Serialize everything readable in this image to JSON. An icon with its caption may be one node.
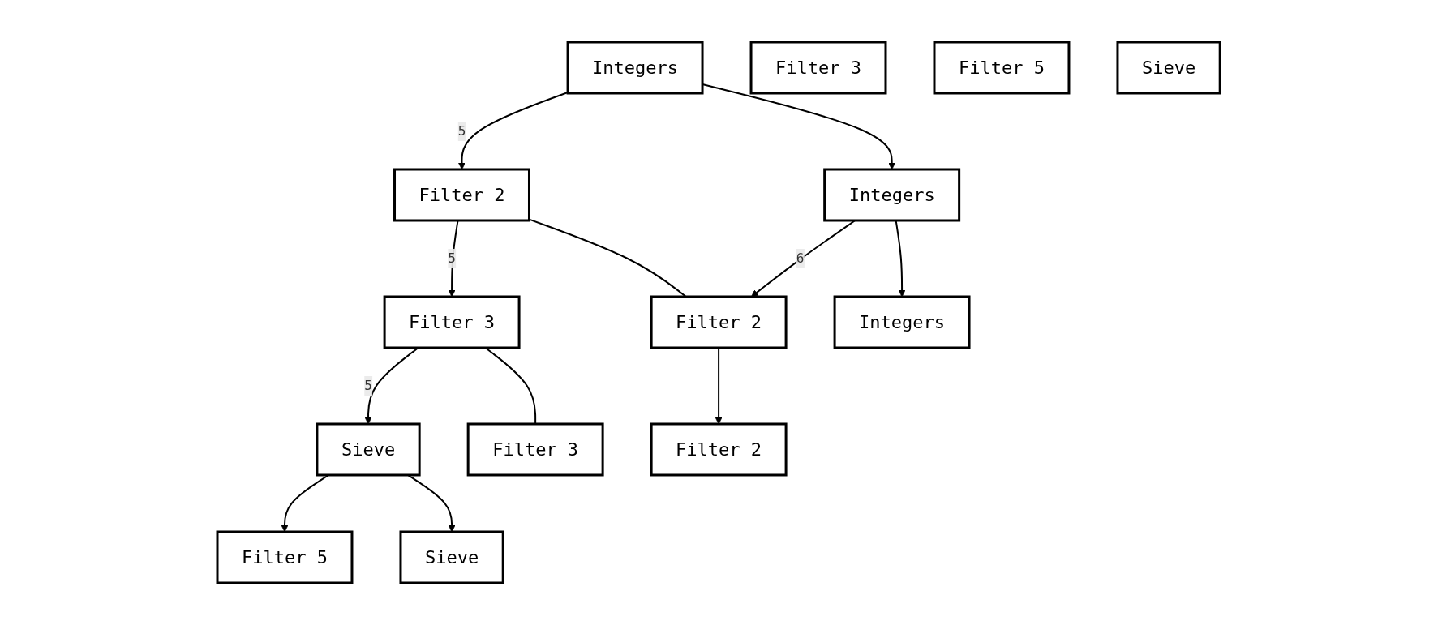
{
  "diagram": {
    "nodes": [
      {
        "text": [
          "Integers"
        ]
      },
      {
        "text": [
          "Filter 2"
        ]
      },
      {
        "text": [
          "Filter 3"
        ]
      },
      {
        "text": [
          "Sieve"
        ]
      },
      {
        "text": [
          "Integers"
        ]
      },
      {
        "text": [
          "Filter 2"
        ]
      },
      {
        "text": [
          "Filter 3"
        ]
      },
      {
        "text": [
          "Filter 5"
        ]
      },
      {
        "text": [
          "Sieve"
        ]
      },
      {
        "text": [
          "Integers"
        ]
      },
      {
        "text": [
          "Filter 2"
        ]
      },
      {
        "text": [
          "Filter 3"
        ]
      },
      {
        "text": [
          "Filter 5"
        ]
      },
      {
        "text": [
          "Sieve"
        ]
      }
    ],
    "edges": [
      {
        "from": 0,
        "to": 4,
        "arrow": "to"
      },
      {
        "from": 0,
        "to": 1,
        "label": "5",
        "arrow": "to"
      },
      {
        "from": 1,
        "to": 5,
        "arrow": "none"
      },
      {
        "from": 1,
        "to": 2,
        "label": "5",
        "arrow": "to"
      },
      {
        "from": 2,
        "to": 6,
        "arrow": "none"
      },
      {
        "from": 2,
        "to": 3,
        "label": "5",
        "arrow": "to"
      },
      {
        "from": 3,
        "to": 7,
        "arrow": "to"
      },
      {
        "from": 3,
        "to": 8,
        "arrow": "to"
      },
      {
        "from": 4,
        "to": 9,
        "arrow": "to"
      },
      {
        "from": 4,
        "to": 5,
        "label": "6",
        "arrow": "to"
      },
      {
        "from": 5,
        "to": 10,
        "arrow": "to"
      }
    ]
  }
}
